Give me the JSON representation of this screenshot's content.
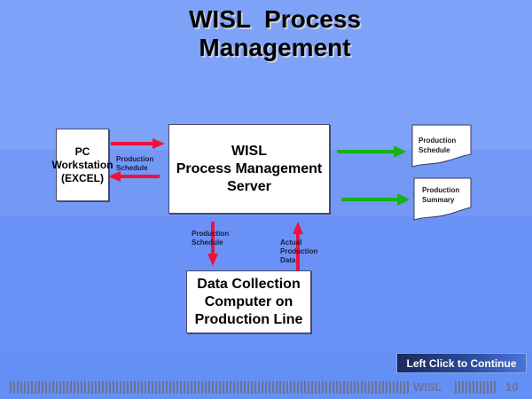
{
  "slide": {
    "title_line1": "WISL  Process",
    "title_line2": "Management",
    "page_number": "10",
    "footer_label": "WISL",
    "continue_button": "Left Click to Continue"
  },
  "nodes": {
    "pc": {
      "line1": "PC",
      "line2": "Workstation",
      "line3": "(EXCEL)"
    },
    "server": {
      "line1": "WISL",
      "line2": "Process Management",
      "line3": "Server"
    },
    "data_collection": {
      "line1": "Data Collection",
      "line2": "Computer on",
      "line3": "Production Line"
    }
  },
  "documents": [
    {
      "line1": "Production",
      "line2": "Schedule"
    },
    {
      "line1": "Production",
      "line2": "Summary"
    }
  ],
  "edge_labels": {
    "pc_server": {
      "line1": "Production",
      "line2": "Schedule"
    },
    "server_dc": {
      "line1": "Production",
      "line2": "Schedule"
    },
    "dc_server": {
      "line1": "Actual",
      "line2": "Production",
      "line3": "Data"
    }
  },
  "colors": {
    "red_arrow": "#f0103a",
    "green_arrow": "#18b018"
  }
}
